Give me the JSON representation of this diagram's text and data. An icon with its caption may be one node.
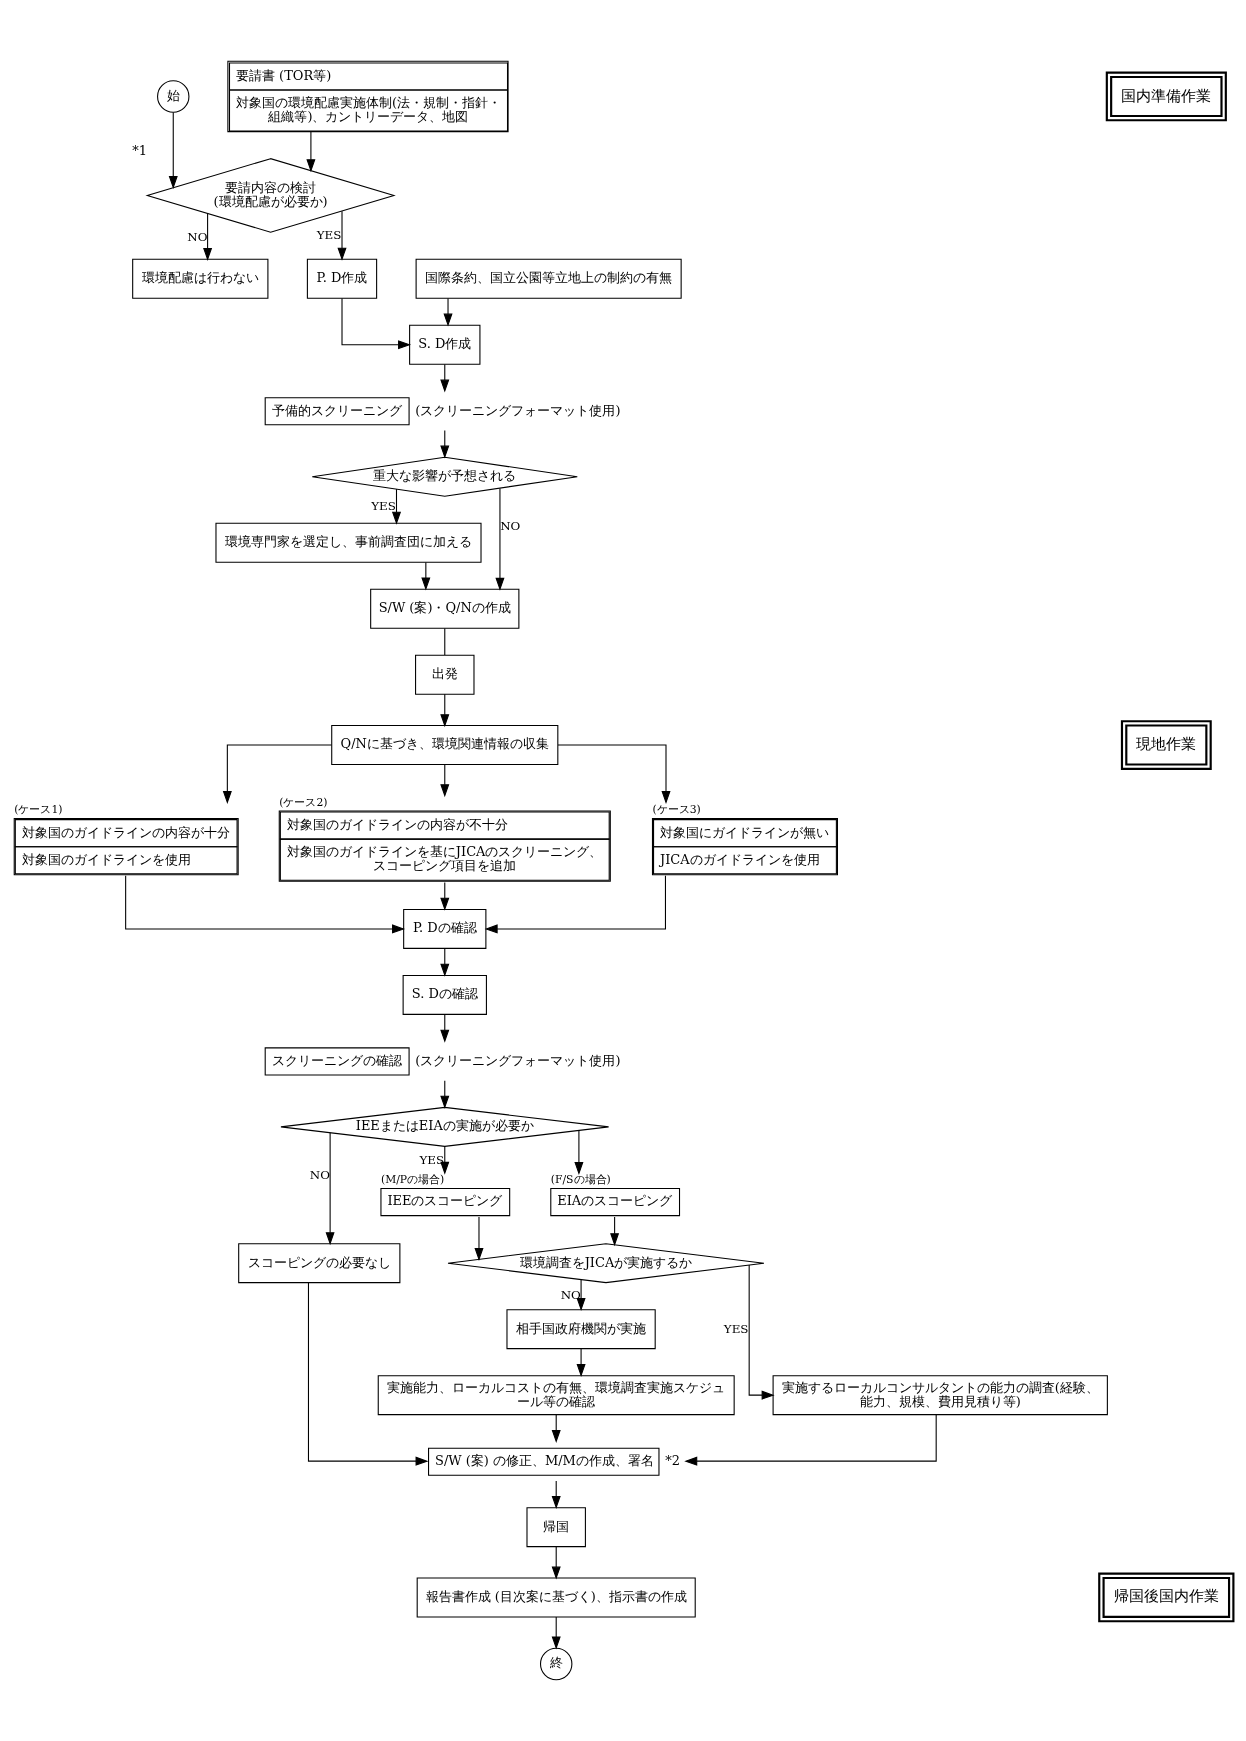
{
  "diagram": {
    "nodes": [
      {
        "text": [
          "始"
        ]
      },
      {
        "text": [
          "要請書 (TOR等)",
          "対象国の環境配慮実施体制(法・規制・指針・組織等)、カントリーデータ、地図"
        ]
      },
      {
        "text": [
          "要請内容の検討",
          "(環境配慮が必要か)"
        ],
        "beside": [
          "*1"
        ]
      },
      {
        "text": [
          "環境配慮は行わない"
        ]
      },
      {
        "text": [
          "P. D作成"
        ]
      },
      {
        "text": [
          "国際条約、国立公園等立地上の制約の有無"
        ]
      },
      {
        "text": [
          "S. D作成"
        ]
      },
      {
        "text": [
          "予備的スクリーニング"
        ],
        "beside": [
          "(スクリーニングフォーマット使用)"
        ]
      },
      {
        "text": [
          "重大な影響が予想される"
        ]
      },
      {
        "text": [
          "環境専門家を選定し、事前調査団に加える"
        ]
      },
      {
        "text": [
          "S/W (案)・Q/Nの作成"
        ]
      },
      {
        "text": [
          "出発"
        ]
      },
      {
        "text": [
          "Q/Nに基づき、環境関連情報の収集"
        ]
      },
      {
        "text": [
          "対象国のガイドラインの内容が十分",
          "対象国のガイドラインを使用"
        ],
        "beside": [
          "(ケース1)"
        ]
      },
      {
        "text": [
          "対象国のガイドラインの内容が不十分",
          "対象国のガイドラインを基にJICAのスクリーニング、スコーピング項目を追加"
        ],
        "beside": [
          "(ケース2)"
        ]
      },
      {
        "text": [
          "対象国にガイドラインが無い",
          "JICAのガイドラインを使用"
        ],
        "beside": [
          "(ケース3)"
        ]
      },
      {
        "text": [
          "P. Dの確認"
        ]
      },
      {
        "text": [
          "S. Dの確認"
        ]
      },
      {
        "text": [
          "スクリーニングの確認"
        ],
        "beside": [
          "(スクリーニングフォーマット使用)"
        ]
      },
      {
        "text": [
          "IEEまたはEIAの実施が必要か"
        ]
      },
      {
        "text": [
          "スコーピングの必要なし"
        ]
      },
      {
        "text": [
          "IEEのスコーピング"
        ],
        "beside": [
          "(M/Pの場合)"
        ]
      },
      {
        "text": [
          "EIAのスコーピング"
        ],
        "beside": [
          "(F/Sの場合)"
        ]
      },
      {
        "text": [
          "環境調査をJICAが実施するか"
        ]
      },
      {
        "text": [
          "相手国政府機関が実施"
        ]
      },
      {
        "text": [
          "実施能力、ローカルコストの有無、環境調査実施スケジュール等の確認"
        ]
      },
      {
        "text": [
          "実施するローカルコンサルタントの能力の調査(経験、能力、規模、費用見積り等)"
        ]
      },
      {
        "text": [
          "S/W (案) の修正、M/Mの作成、署名"
        ],
        "beside": [
          "*2"
        ]
      },
      {
        "text": [
          "帰国"
        ]
      },
      {
        "text": [
          "報告書作成 (目次案に基づく)、指示書の作成"
        ]
      },
      {
        "text": [
          "終"
        ]
      },
      {
        "text": [
          "国内準備作業"
        ]
      },
      {
        "text": [
          "現地作業"
        ]
      },
      {
        "text": [
          "帰国後国内作業"
        ]
      }
    ],
    "edges": [
      {
        "from": 0,
        "to": 2,
        "arrow": "to"
      },
      {
        "from": 1,
        "to": 2,
        "arrow": "to"
      },
      {
        "from": 2,
        "to": 3,
        "arrow": "to",
        "label": "NO"
      },
      {
        "from": 2,
        "to": 4,
        "arrow": "to",
        "label": "YES"
      },
      {
        "from": 4,
        "to": 6,
        "arrow": "to"
      },
      {
        "from": 5,
        "to": 6,
        "arrow": "to"
      },
      {
        "from": 6,
        "to": 7,
        "arrow": "to"
      },
      {
        "from": 7,
        "to": 8,
        "arrow": "to"
      },
      {
        "from": 8,
        "to": 9,
        "arrow": "to",
        "label": "YES"
      },
      {
        "from": 8,
        "to": 10,
        "arrow": "to",
        "label": "NO"
      },
      {
        "from": 9,
        "to": 10,
        "arrow": "to"
      },
      {
        "from": 10,
        "to": 11,
        "arrow": "none"
      },
      {
        "from": 11,
        "to": 12,
        "arrow": "to"
      },
      {
        "from": 12,
        "to": 13,
        "arrow": "to"
      },
      {
        "from": 12,
        "to": 14,
        "arrow": "to"
      },
      {
        "from": 12,
        "to": 15,
        "arrow": "to"
      },
      {
        "from": 13,
        "to": 16,
        "arrow": "to"
      },
      {
        "from": 14,
        "to": 16,
        "arrow": "to"
      },
      {
        "from": 15,
        "to": 16,
        "arrow": "to"
      },
      {
        "from": 16,
        "to": 17,
        "arrow": "to"
      },
      {
        "from": 17,
        "to": 18,
        "arrow": "to"
      },
      {
        "from": 18,
        "to": 19,
        "arrow": "to"
      },
      {
        "from": 19,
        "to": 20,
        "arrow": "to",
        "label": "NO"
      },
      {
        "from": 19,
        "to": 21,
        "arrow": "to",
        "label": "YES"
      },
      {
        "from": 19,
        "to": 22,
        "arrow": "to"
      },
      {
        "from": 21,
        "to": 23,
        "arrow": "to"
      },
      {
        "from": 22,
        "to": 23,
        "arrow": "to"
      },
      {
        "from": 23,
        "to": 24,
        "arrow": "to",
        "label": "NO"
      },
      {
        "from": 23,
        "to": 26,
        "arrow": "to",
        "label": "YES"
      },
      {
        "from": 24,
        "to": 25,
        "arrow": "to"
      },
      {
        "from": 20,
        "to": 27,
        "arrow": "to"
      },
      {
        "from": 25,
        "to": 27,
        "arrow": "to"
      },
      {
        "from": 26,
        "to": 27,
        "arrow": "to"
      },
      {
        "from": 27,
        "to": 28,
        "arrow": "to"
      },
      {
        "from": 28,
        "to": 29,
        "arrow": "to"
      },
      {
        "from": 29,
        "to": 30,
        "arrow": "to"
      }
    ]
  }
}
